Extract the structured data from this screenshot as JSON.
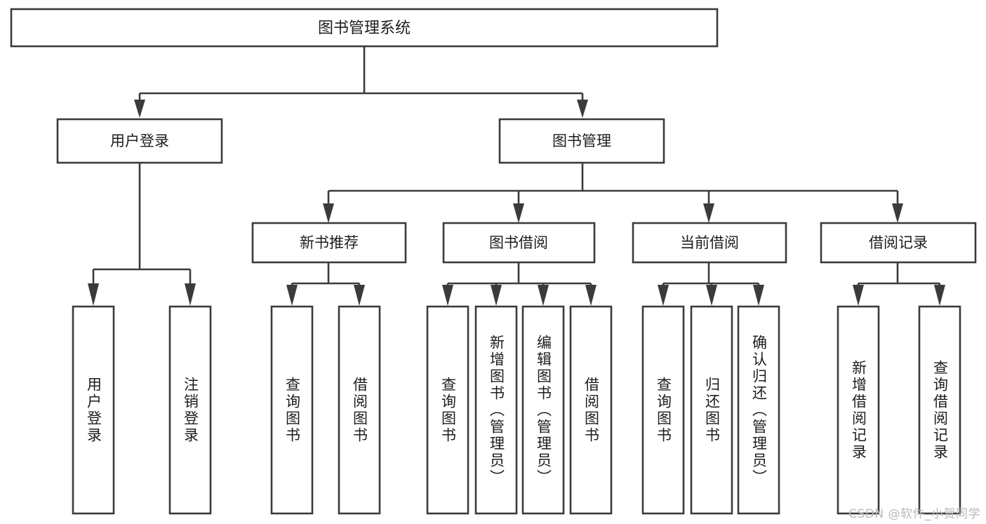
{
  "diagram": {
    "title": "图书管理系统",
    "type": "hierarchy-tree",
    "orientation": "top-down",
    "colors": {
      "box_stroke": "#3b3b3b",
      "box_fill": "#ffffff",
      "connector": "#3b3b3b",
      "text": "#1d1d1d",
      "background": "#ffffff",
      "watermark": "#b9b9b9"
    }
  },
  "nodes": {
    "root": {
      "label": "图书管理系统"
    },
    "level2": [
      {
        "id": "user-login",
        "label": "用户登录"
      },
      {
        "id": "book-management",
        "label": "图书管理"
      }
    ],
    "level3": [
      {
        "id": "new-book-recommend",
        "label": "新书推荐"
      },
      {
        "id": "book-borrow",
        "label": "图书借阅"
      },
      {
        "id": "current-borrow",
        "label": "当前借阅"
      },
      {
        "id": "borrow-record",
        "label": "借阅记录"
      }
    ],
    "leaves": {
      "user-login": [
        {
          "id": "leaf-user-login",
          "label": "用户登录"
        },
        {
          "id": "leaf-user-logout",
          "label": "注销登录"
        }
      ],
      "new-book-recommend": [
        {
          "id": "leaf-query-book-1",
          "label": "查询图书"
        },
        {
          "id": "leaf-borrow-book-1",
          "label": "借阅图书"
        }
      ],
      "book-borrow": [
        {
          "id": "leaf-query-book-2",
          "label": "查询图书"
        },
        {
          "id": "leaf-add-book",
          "label": "新增图书（管理员）"
        },
        {
          "id": "leaf-edit-book",
          "label": "编辑图书（管理员）"
        },
        {
          "id": "leaf-borrow-book-2",
          "label": "借阅图书"
        }
      ],
      "current-borrow": [
        {
          "id": "leaf-query-book-3",
          "label": "查询图书"
        },
        {
          "id": "leaf-return-book",
          "label": "归还图书"
        },
        {
          "id": "leaf-confirm-return",
          "label": "确认归还（管理员）"
        }
      ],
      "borrow-record": [
        {
          "id": "leaf-add-record",
          "label": "新增借阅记录"
        },
        {
          "id": "leaf-query-record",
          "label": "查询借阅记录"
        }
      ]
    }
  },
  "watermark": {
    "text": "CSDN @软件_小贺同学"
  }
}
